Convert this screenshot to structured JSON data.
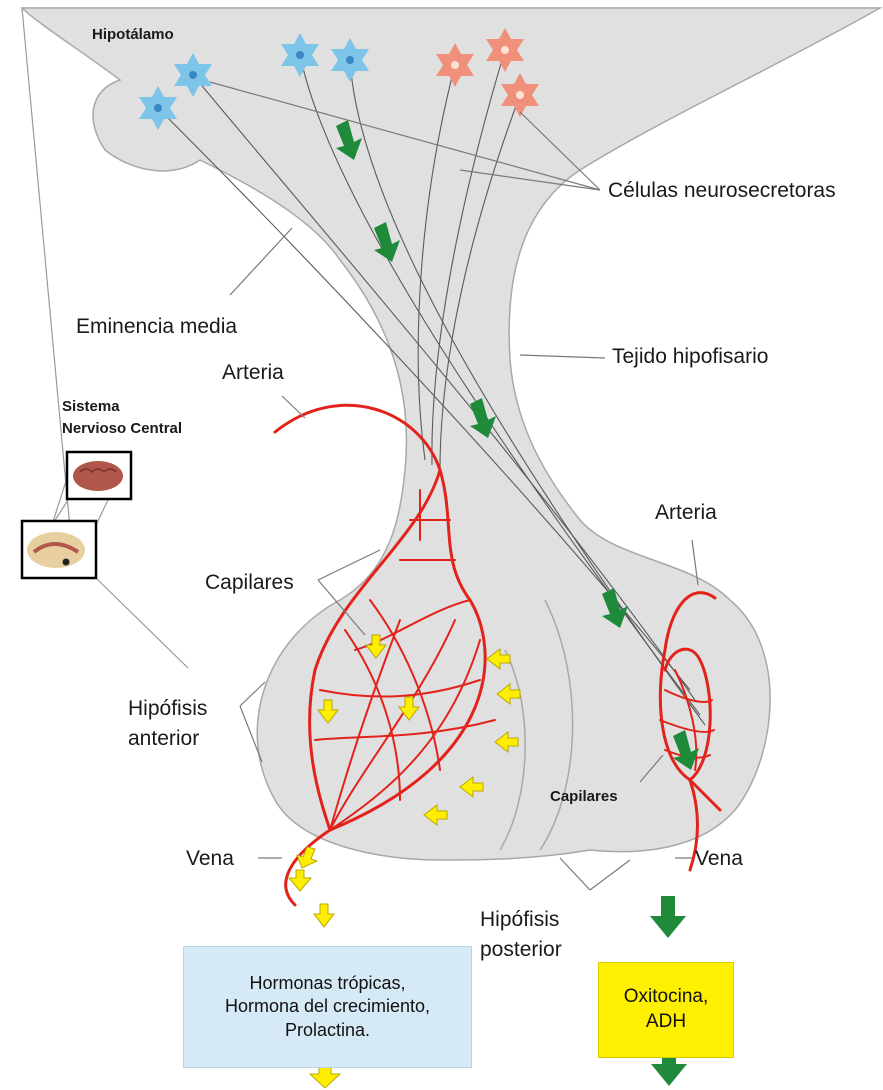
{
  "labels": {
    "hypothalamus": "Hipotálamo",
    "neurosecretory_cells": "Células neurosecretoras",
    "median_eminence": "Eminencia media",
    "pituitary_tissue": "Tejido hipofisario",
    "artery_left": "Arteria",
    "artery_right": "Arteria",
    "cns": "Sistema\nNervioso Central",
    "capillaries_left": "Capilares",
    "capillaries_right": "Capilares",
    "anterior_pituitary": "Hipófisis\nanterior",
    "posterior_pituitary": "Hipófisis\nposterior",
    "vein_left": "Vena",
    "vein_right": "Vena"
  },
  "boxes": {
    "tropic_hormones": "Hormonas trópicas,\nHormona del crecimiento,\nProlactina.",
    "oxytocin_adh": "Oxitocina,\nADH"
  },
  "colors": {
    "tissue": "#e0e0e0",
    "tissue_outline": "#a8a8a8",
    "vessel": "#e3231b",
    "blue_neuron": "#7cc4e8",
    "salmon_neuron": "#f0907a",
    "green_arrow": "#1e8a3a",
    "yellow_arrow": "#ffee00",
    "tropic_box": "#d6e9f6",
    "oxy_box": "#ffef00"
  }
}
